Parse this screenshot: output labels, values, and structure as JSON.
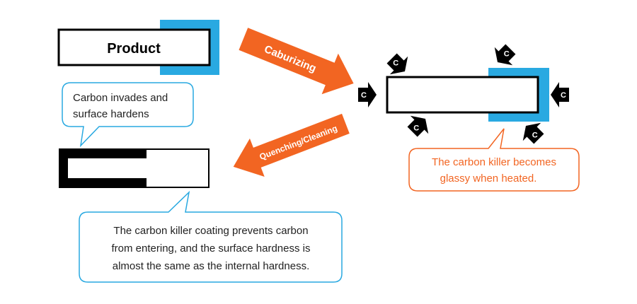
{
  "product": {
    "label": "Product"
  },
  "arrows": {
    "carburizing": "Caburizing",
    "quenching": "Quenching/Cleaning"
  },
  "callouts": {
    "carbon_invades_line1": "Carbon invades and",
    "carbon_invades_line2": "surface hardens",
    "glassy_line1": "The carbon killer becomes",
    "glassy_line2": "glassy when heated.",
    "coating_line1": "The carbon killer coating prevents carbon",
    "coating_line2": "from entering, and the surface hardness is",
    "coating_line3": "almost the same as the internal hardness."
  },
  "carbon": {
    "symbol": "C"
  },
  "colors": {
    "blue": "#29a9e1",
    "orange": "#f26522",
    "black": "#000000",
    "callout_blue_border": "#29a9e1",
    "callout_orange_border": "#f26522",
    "callout_orange_text": "#f26522"
  }
}
